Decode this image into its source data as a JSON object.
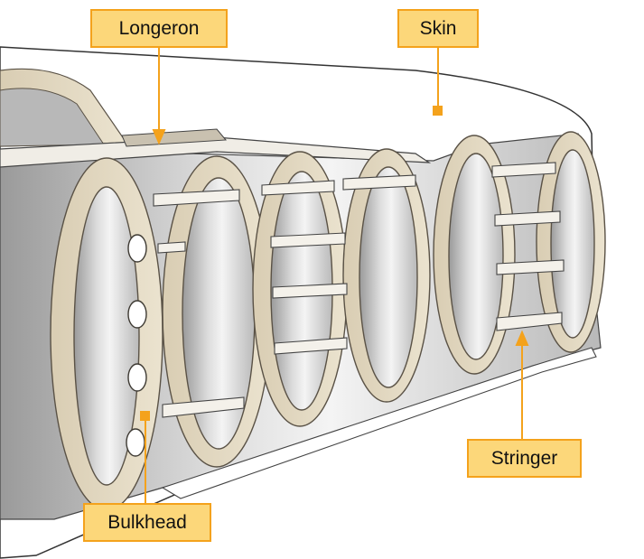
{
  "labels": {
    "longeron": "Longeron",
    "skin": "Skin",
    "stringer": "Stringer",
    "bulkhead": "Bulkhead"
  },
  "colors": {
    "frame": "#e3d8c0",
    "frame_edge": "#7a6f5c",
    "callout_fill": "#fcd77a",
    "callout_border": "#f4a21c",
    "leader": "#f4a21c"
  }
}
